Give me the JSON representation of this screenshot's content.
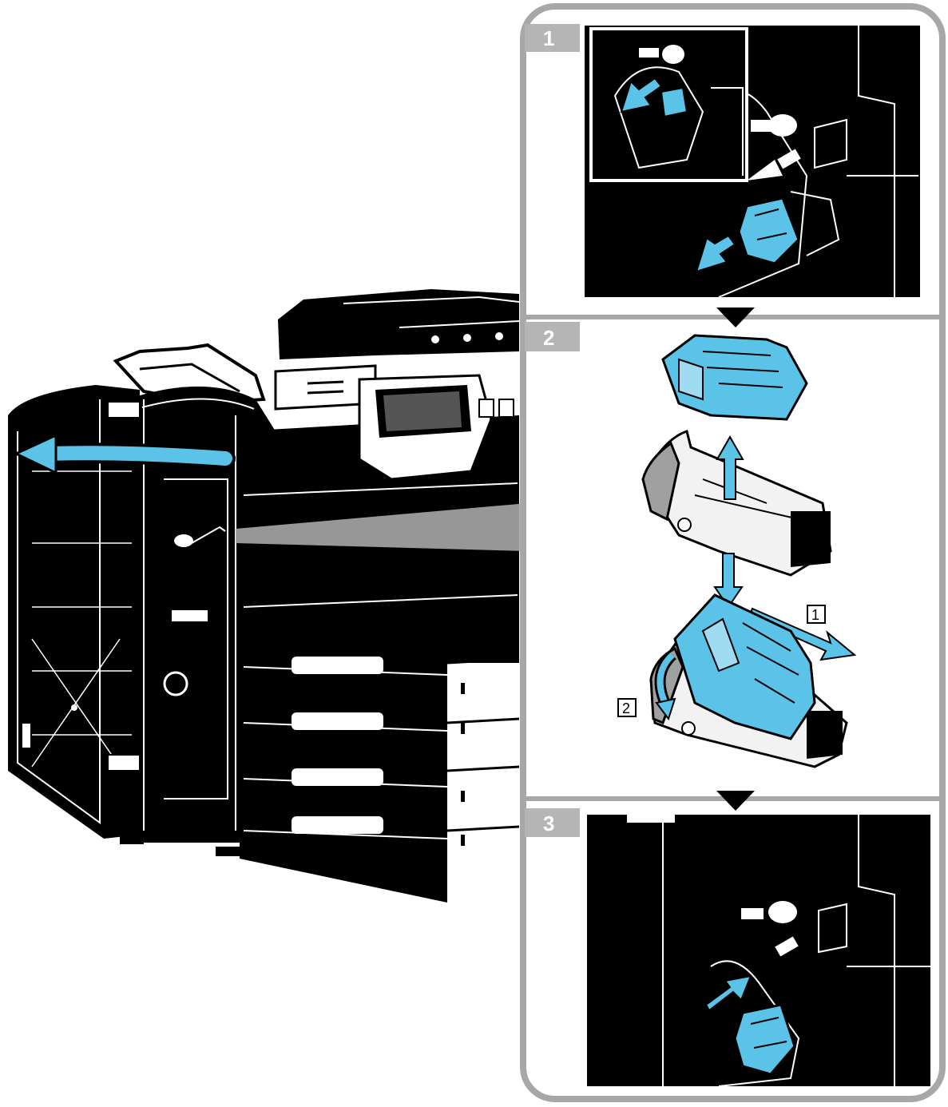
{
  "colors": {
    "accent": "#5bc3e8",
    "accent_dark": "#1f9fcf",
    "frame_gray": "#a7a7a7",
    "machine": "#000000",
    "line": "#ffffff",
    "badge": "#b5b5b5"
  },
  "steps": [
    {
      "number": "1"
    },
    {
      "number": "2",
      "callouts": [
        "1",
        "2"
      ]
    },
    {
      "number": "3"
    }
  ],
  "icons": [
    "arrow-down-icon",
    "arrow-up-icon",
    "curved-arrow-icon",
    "step-triangle-icon"
  ]
}
